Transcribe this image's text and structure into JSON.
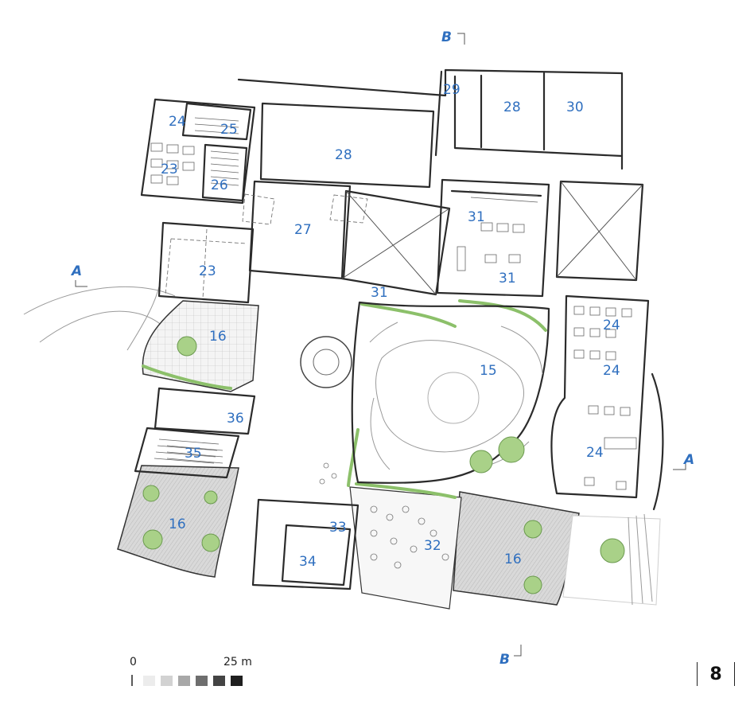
{
  "room_labels": [
    {
      "id": "r16a",
      "text": "16"
    },
    {
      "id": "r16b",
      "text": "16"
    },
    {
      "id": "r16c",
      "text": "16"
    },
    {
      "id": "r15",
      "text": "15"
    },
    {
      "id": "r24a",
      "text": "24"
    },
    {
      "id": "r24b",
      "text": "24"
    },
    {
      "id": "r24c",
      "text": "24"
    },
    {
      "id": "r24d",
      "text": "24"
    },
    {
      "id": "r25",
      "text": "25"
    },
    {
      "id": "r23a",
      "text": "23"
    },
    {
      "id": "r23b",
      "text": "23"
    },
    {
      "id": "r26",
      "text": "26"
    },
    {
      "id": "r27",
      "text": "27"
    },
    {
      "id": "r28a",
      "text": "28"
    },
    {
      "id": "r28b",
      "text": "28"
    },
    {
      "id": "r29",
      "text": "29"
    },
    {
      "id": "r30",
      "text": "30"
    },
    {
      "id": "r31a",
      "text": "31"
    },
    {
      "id": "r31b",
      "text": "31"
    },
    {
      "id": "r31c",
      "text": "31"
    },
    {
      "id": "r32",
      "text": "32"
    },
    {
      "id": "r33",
      "text": "33"
    },
    {
      "id": "r34",
      "text": "34"
    },
    {
      "id": "r35",
      "text": "35"
    },
    {
      "id": "r36",
      "text": "36"
    }
  ],
  "section_markers": {
    "a_left": "A",
    "a_right": "A",
    "b_top": "B",
    "b_bottom": "B"
  },
  "scale_bar": {
    "start_label": "0",
    "end_label": "25 m",
    "swatches": [
      "#ececec",
      "#d2d2d2",
      "#a8a8a8",
      "#6e6e6e",
      "#444444",
      "#1f1f1f"
    ]
  },
  "page_number": "8",
  "colors": {
    "label": "#2f6fbf",
    "wall": "#2b2b2b",
    "green": "#8cc06a",
    "paving": "#d4d4d4"
  }
}
